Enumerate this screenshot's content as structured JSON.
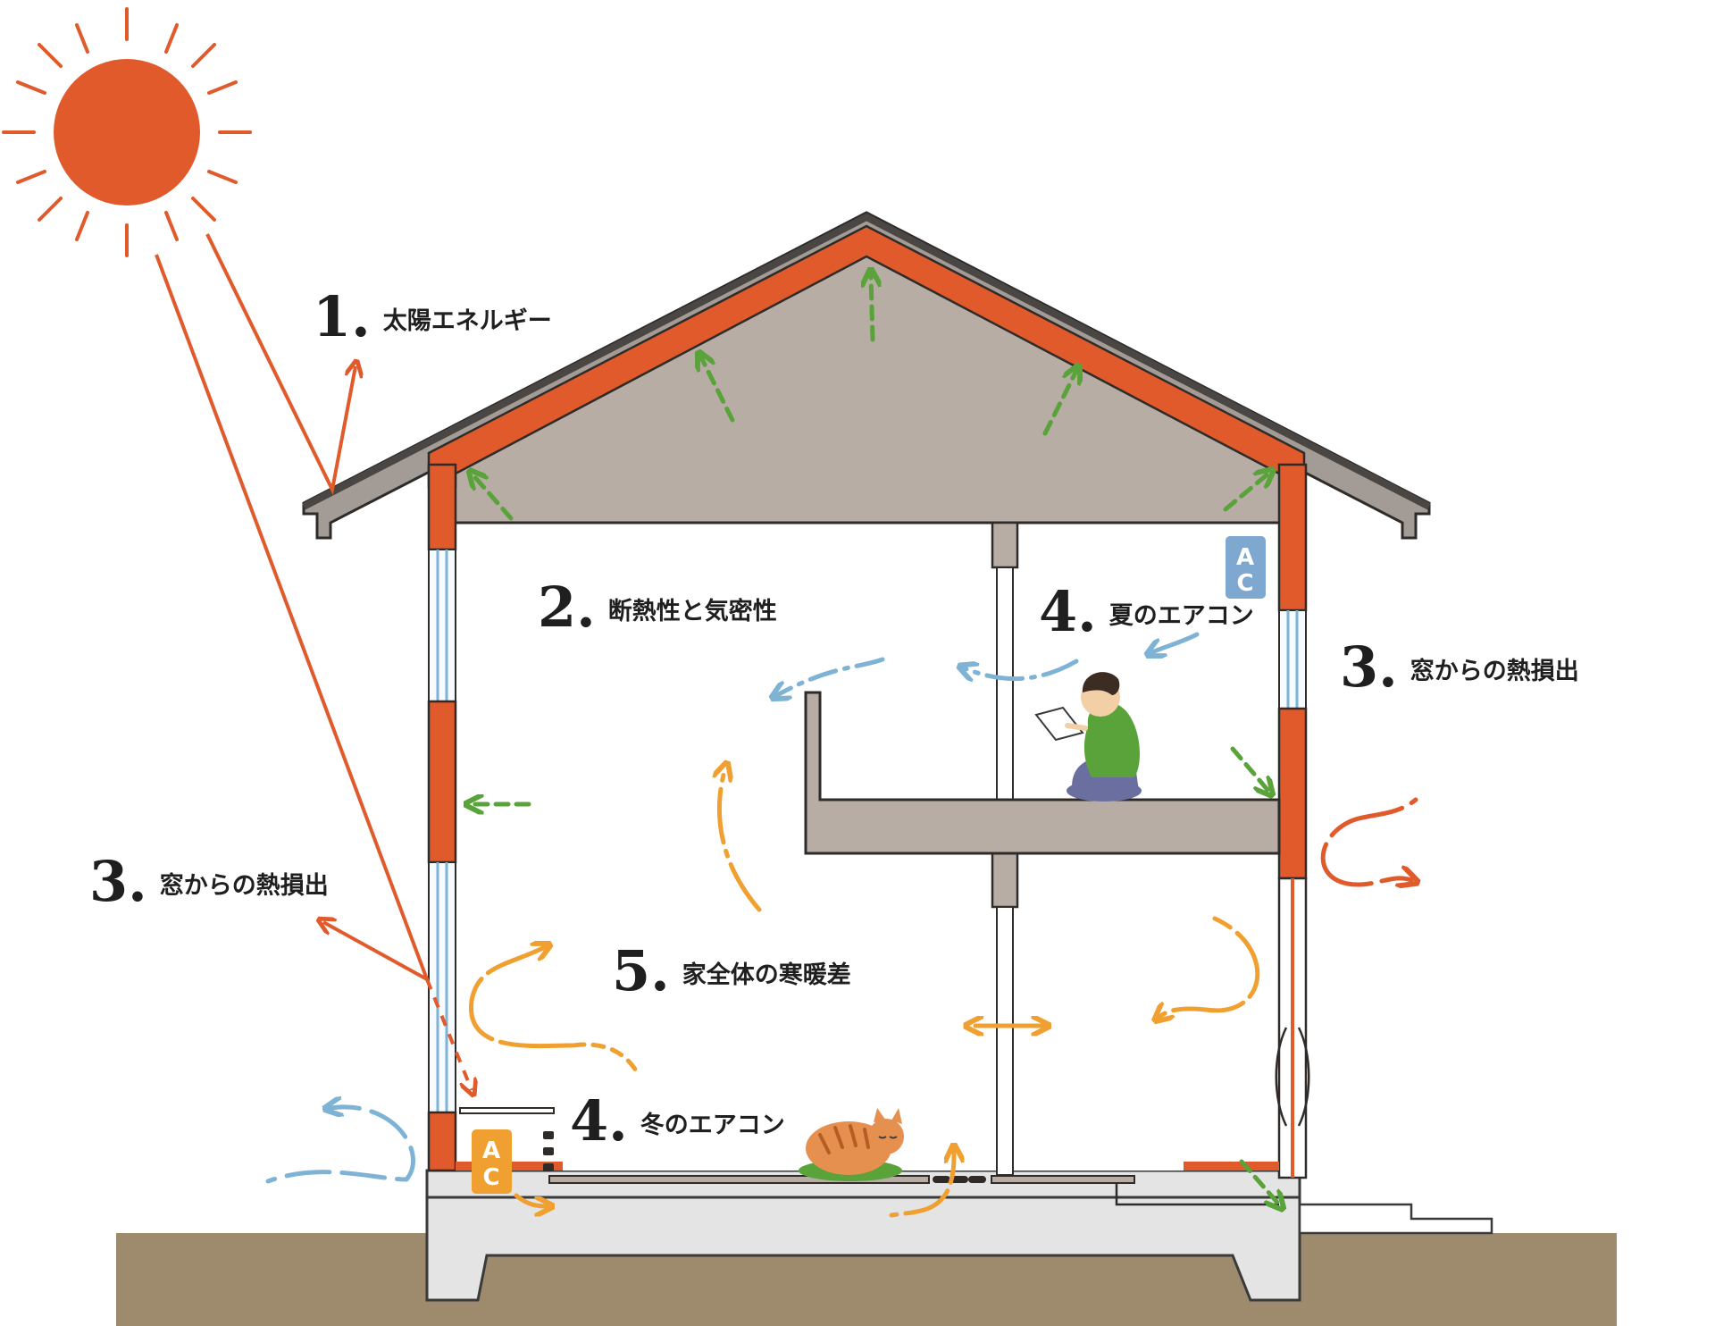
{
  "labels": {
    "solar": {
      "num": "1.",
      "text": "太陽エネルギー"
    },
    "insulation": {
      "num": "2.",
      "text": "断熱性と気密性"
    },
    "window_loss_right": {
      "num": "3.",
      "text": "窓からの熱損出"
    },
    "window_loss_left": {
      "num": "3.",
      "text": "窓からの熱損出"
    },
    "summer_ac": {
      "num": "4.",
      "text": "夏のエアコン"
    },
    "winter_ac": {
      "num": "4.",
      "text": "冬のエアコン"
    },
    "temp_diff": {
      "num": "5.",
      "text": "家全体の寒暖差"
    }
  },
  "ac_units": {
    "upper": {
      "line1": "A",
      "line2": "C"
    },
    "lower": {
      "line1": "A",
      "line2": "C"
    }
  },
  "colors": {
    "sun": "#e05a2b",
    "insulation": "#e05a2b",
    "attic": "#b7ada4",
    "ground": "#9e8b6e",
    "roof": "#6f6a66",
    "green_arrow": "#5aa23a",
    "blue_arrow": "#7fb3d5",
    "orange_arrow": "#f0a030",
    "ac_blue": "#7ea8cf",
    "ac_orange": "#f0a030"
  }
}
